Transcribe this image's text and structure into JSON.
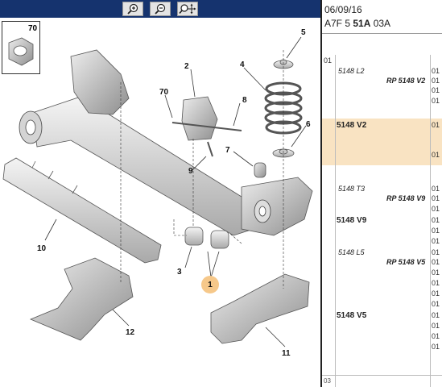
{
  "toolbar": {
    "buttons": [
      {
        "name": "zoom-in-icon"
      },
      {
        "name": "zoom-out-icon"
      },
      {
        "name": "zoom-pan-icon"
      }
    ]
  },
  "header": {
    "date": "06/09/16",
    "code_prefix": "A7F 5 ",
    "code_bold": "51A",
    "code_suffix": " 03A"
  },
  "diagram": {
    "inset_label": "70",
    "callouts": [
      "5",
      "2",
      "4",
      "70",
      "8",
      "6",
      "7",
      "9",
      "10",
      "3",
      "1",
      "12",
      "11"
    ]
  },
  "parts": {
    "rows": [
      {
        "left_num": "01",
        "ref": "",
        "rp": "",
        "main": "",
        "right_num": ""
      },
      {
        "left_num": "",
        "ref": "5148 L2",
        "rp": "",
        "main": "",
        "right_num": "01"
      },
      {
        "left_num": "",
        "ref": "",
        "rp": "RP 5148 V2",
        "main": "",
        "right_num": "01"
      },
      {
        "left_num": "",
        "ref": "",
        "rp": "",
        "main": "",
        "right_num": "01"
      },
      {
        "left_num": "",
        "ref": "",
        "rp": "",
        "main": "5148 V2",
        "right_num": "01"
      },
      {
        "left_num": "",
        "ref": "",
        "rp": "",
        "main": "",
        "right_num": "01"
      },
      {
        "left_num": "",
        "ref": "5148 T3",
        "rp": "",
        "main": "",
        "right_num": "01"
      },
      {
        "left_num": "",
        "ref": "",
        "rp": "RP 5148 V9",
        "main": "",
        "right_num": "01"
      },
      {
        "left_num": "",
        "ref": "",
        "rp": "",
        "main": "5148 V9",
        "right_num": "01"
      },
      {
        "left_num": "",
        "ref": "5148 L5",
        "rp": "",
        "main": "",
        "right_num": "01"
      },
      {
        "left_num": "",
        "ref": "",
        "rp": "RP 5148 V5",
        "main": "",
        "right_num": "01"
      },
      {
        "left_num": "",
        "ref": "",
        "rp": "",
        "main": "",
        "right_num": "01"
      },
      {
        "left_num": "",
        "ref": "",
        "rp": "",
        "main": "5148 V5",
        "right_num": "01"
      }
    ],
    "extra_right_nums": [
      "01",
      "01",
      "01",
      "01",
      "01",
      "01",
      "01",
      "01",
      "01",
      "01"
    ],
    "bottom_stub": "03"
  },
  "colors": {
    "toolbar": "#15336e",
    "highlight_row": "#f9e3c2",
    "callout_highlight": "#f6c88a"
  }
}
